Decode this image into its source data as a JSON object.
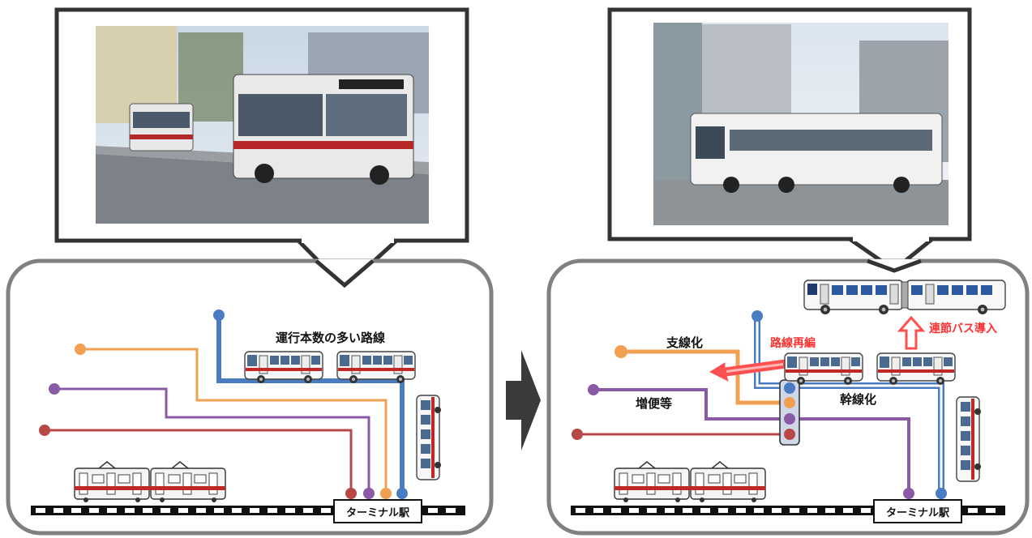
{
  "left_panel": {
    "route_label": "運行本数の多い路線",
    "station_label": "ターミナル駅"
  },
  "right_panel": {
    "branch_label": "支線化",
    "reorg_label": "路線再編",
    "articulated_label": "連節バス導入",
    "trunk_label": "幹線化",
    "increase_label": "増便等",
    "station_label": "ターミナル駅"
  },
  "colors": {
    "blue": "#4a7cc4",
    "orange": "#f0a050",
    "purple": "#8a5aa6",
    "red": "#b84848",
    "panel_border": "#808080",
    "callout_border": "#333333",
    "arrow_red": "#ff5050",
    "label_red": "#ff3030",
    "transition_arrow": "#3a3a3a"
  },
  "icons": [
    "bus-icon",
    "articulated-bus-icon",
    "train-icon",
    "transfer-hub-icon",
    "photo-frame"
  ]
}
